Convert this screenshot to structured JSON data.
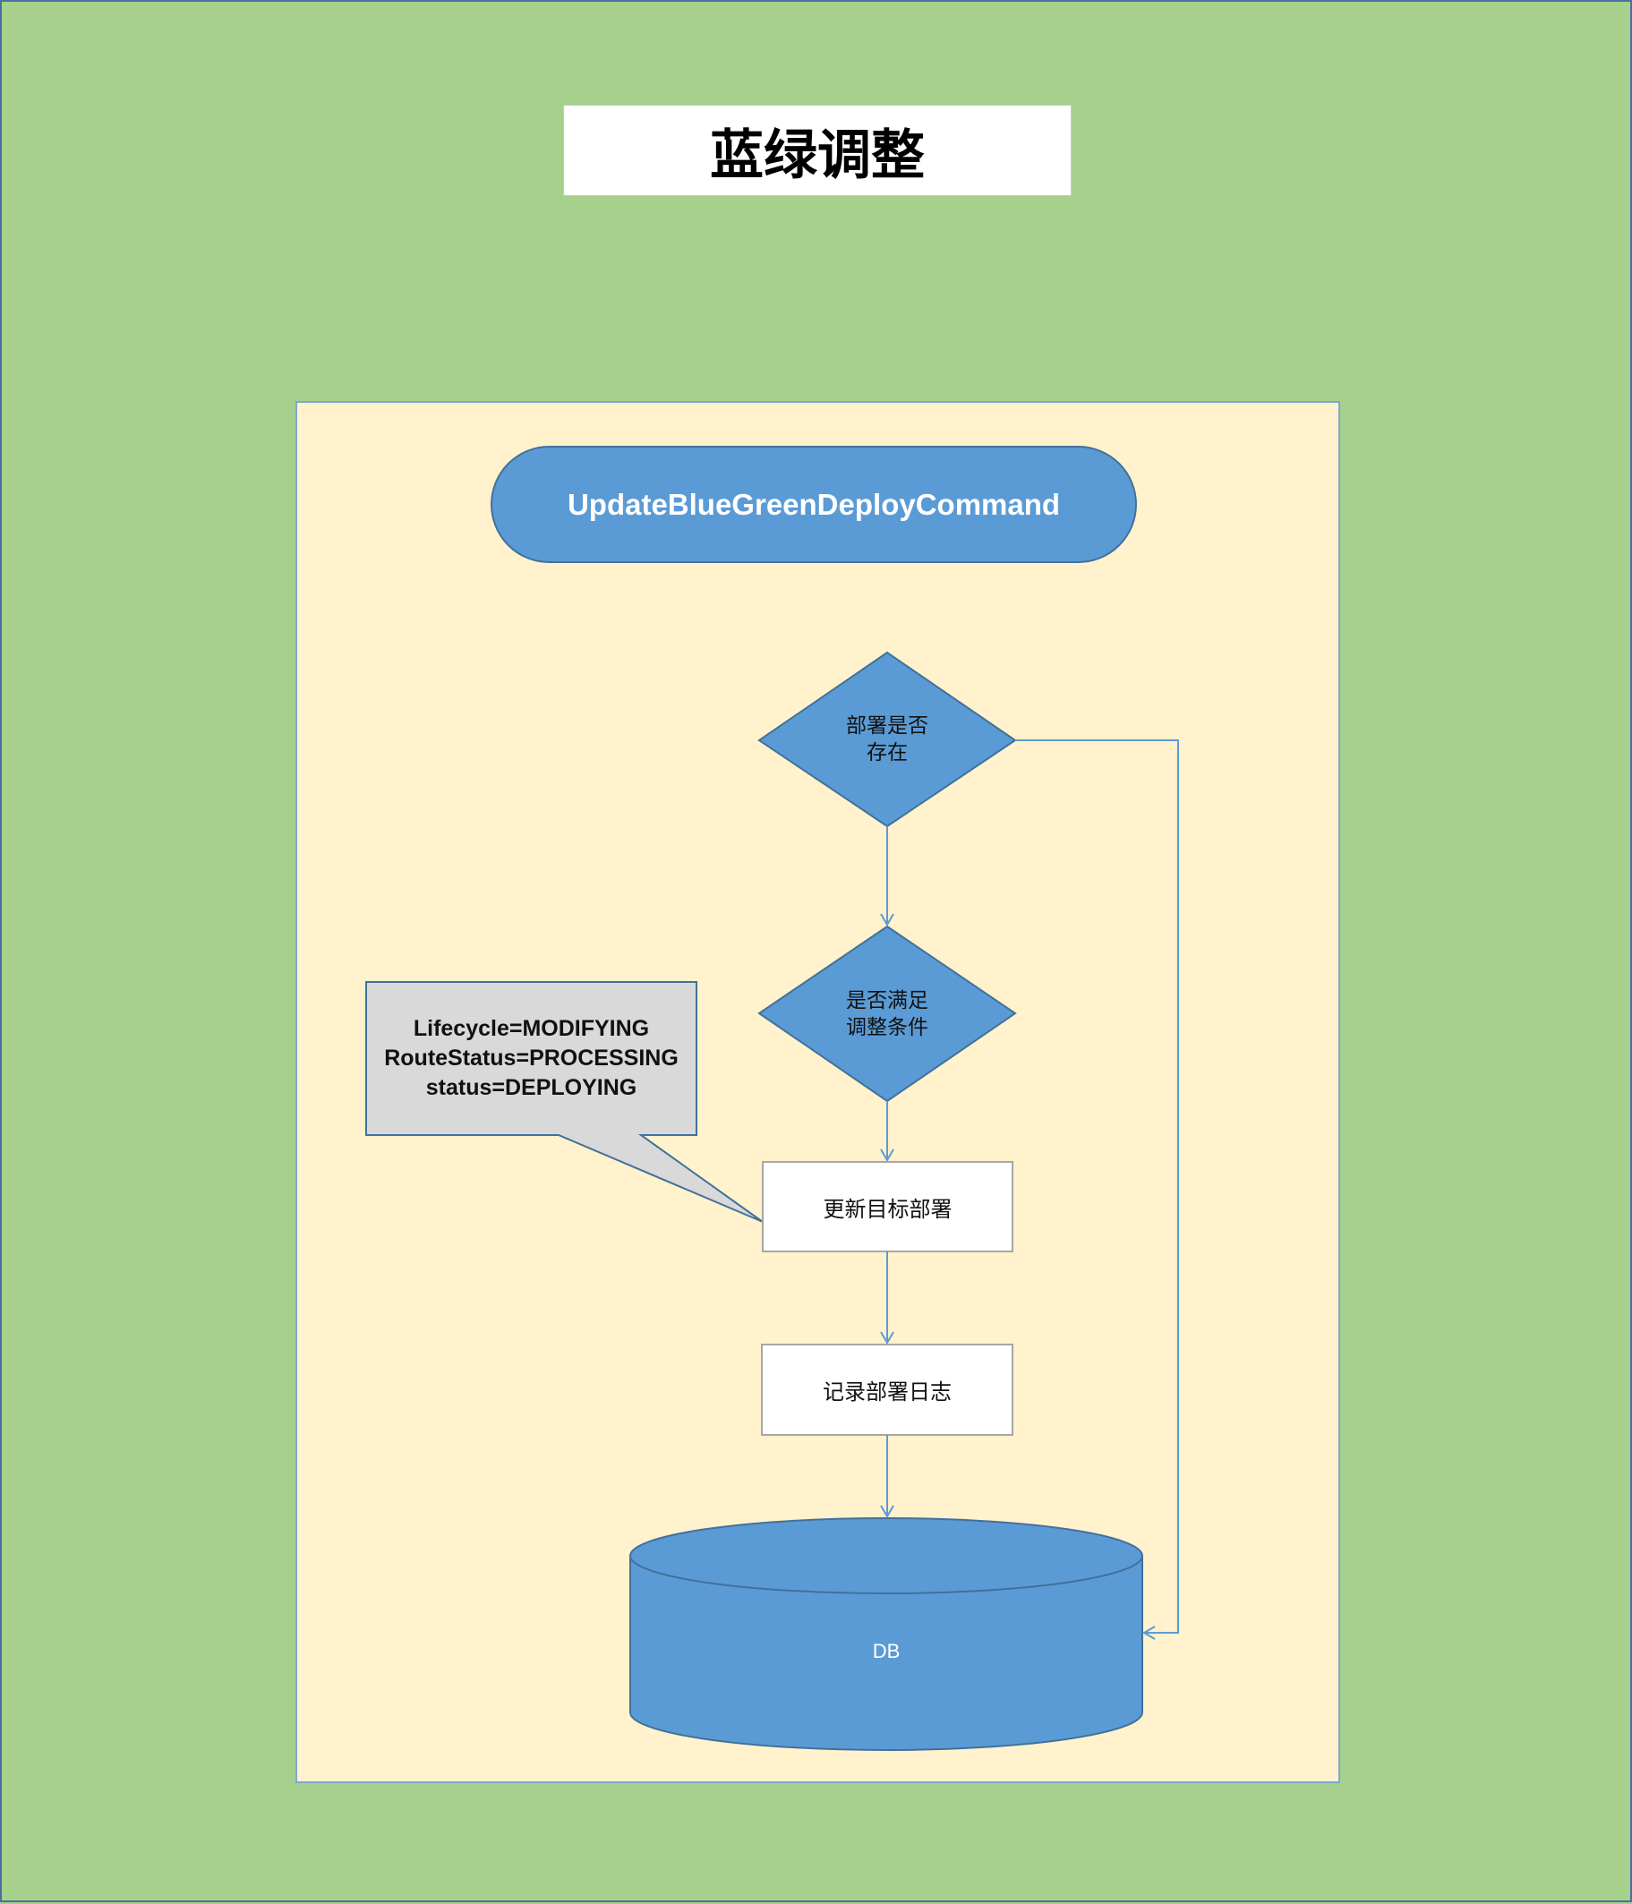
{
  "title": "蓝绿调整",
  "nodes": {
    "start": "UpdateBlueGreenDeployCommand",
    "check_exists": [
      "部署是否",
      "存在"
    ],
    "check_condition": [
      "是否满足",
      "调整条件"
    ],
    "update_target": "更新目标部署",
    "record_log": "记录部署日志",
    "db": "DB"
  },
  "callout": [
    "Lifecycle=MODIFYING",
    "RouteStatus=PROCESSING",
    "status=DEPLOYING"
  ],
  "colors": {
    "background": "#a8d08d",
    "panel": "#fff2cc",
    "shape_fill": "#5b9bd5",
    "shape_stroke": "#41719c",
    "connector": "#5b9bd5",
    "callout_fill": "#d9d9d9"
  }
}
